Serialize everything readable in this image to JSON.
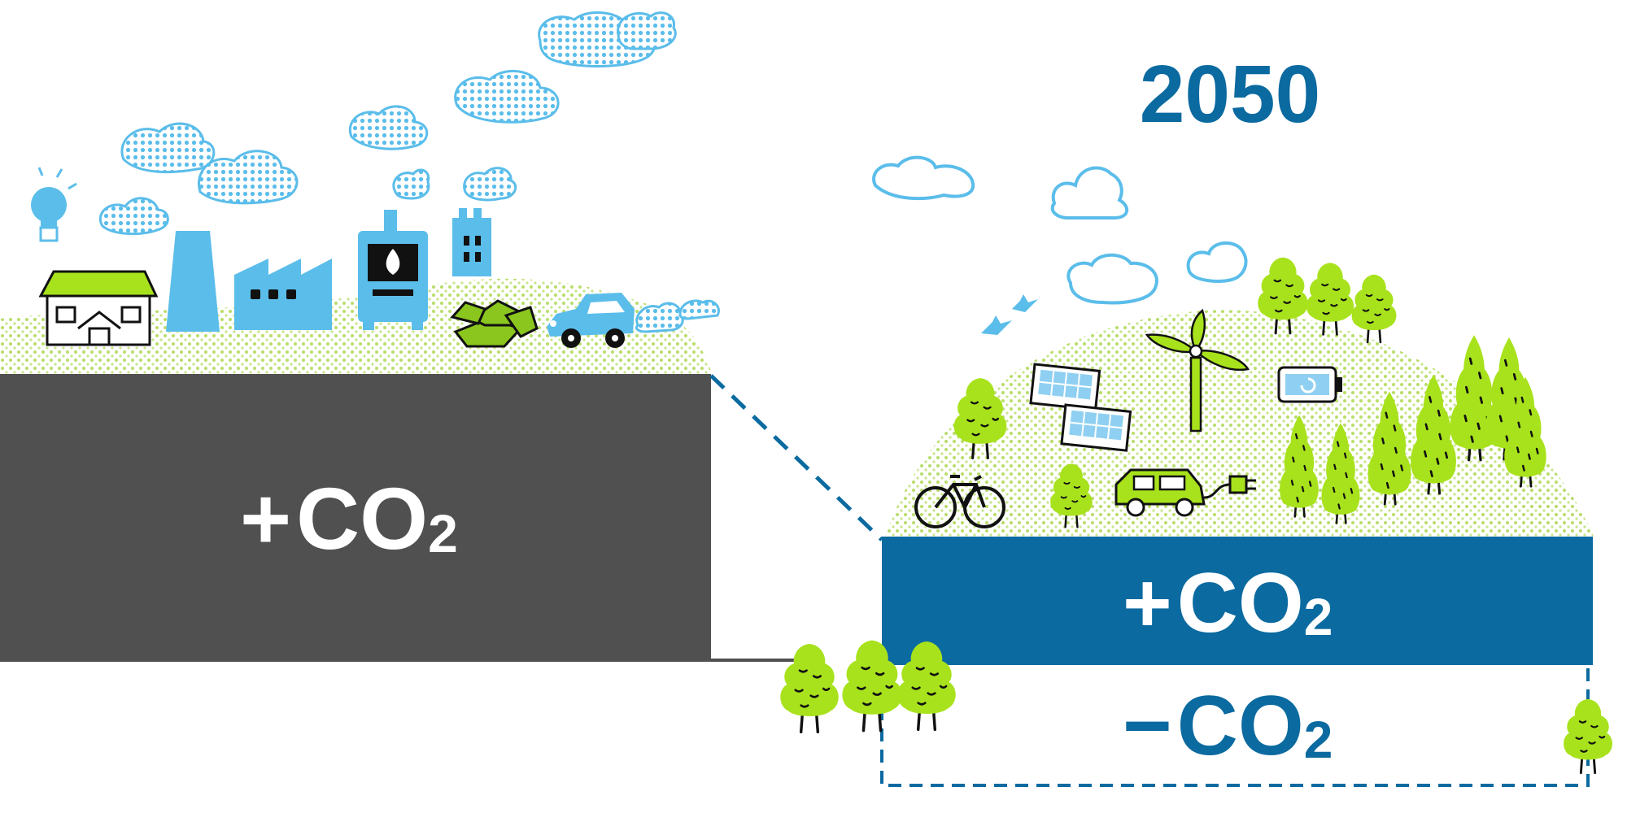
{
  "title": "2050",
  "left_block": {
    "sign": "+",
    "label": "CO",
    "subscript": "2"
  },
  "right_emission": {
    "sign": "+",
    "label": "CO",
    "subscript": "2"
  },
  "right_absorption": {
    "sign": "−",
    "label": "CO",
    "subscript": "2"
  },
  "colors": {
    "current_block": "#505050",
    "future_block": "#0b6aa0",
    "absorption_text": "#0b6aa0",
    "dashed_line": "#0b6aa0",
    "sky_blue": "#5bbdea",
    "leaf_green": "#a8e21c",
    "dot_green": "#b8dd6a"
  },
  "icons": {
    "left_scene": [
      "lightbulb-icon",
      "house-icon",
      "chimney-icon",
      "factory-icon",
      "stove-icon",
      "tower-building-icon",
      "coal-pile-icon",
      "car-icon",
      "cloud-icon"
    ],
    "right_scene": [
      "bird-icon",
      "solar-panel-icon",
      "wind-turbine-icon",
      "battery-icon",
      "bicycle-icon",
      "electric-car-icon",
      "plug-icon",
      "tree-icon",
      "cloud-outline-icon"
    ]
  }
}
